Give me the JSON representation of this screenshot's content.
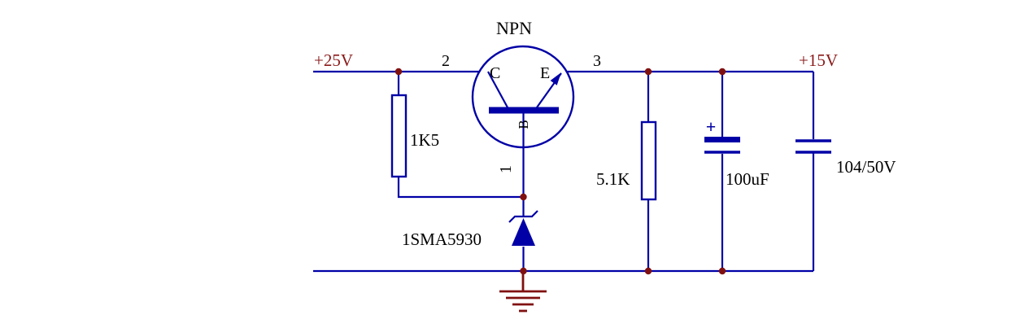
{
  "colors": {
    "wire": "#0000A6",
    "text": "#000000",
    "power_label": "#8B1A1A",
    "junction": "#801010",
    "ground": "#801010",
    "background": "#FFFFFF"
  },
  "schematic": {
    "nets": {
      "input": "+25V",
      "output": "+15V"
    },
    "transistor": {
      "type_label": "NPN",
      "collector": "C",
      "emitter": "E",
      "base": "B",
      "pin_collector_num": "2",
      "pin_emitter_num": "3",
      "pin_base_num": "1"
    },
    "components": {
      "r1_value": "1K5",
      "r2_value": "5.1K",
      "c1_value": "100uF",
      "c1_polarity": "+",
      "c2_value": "104/50V",
      "zener_part": "1SMA5930"
    }
  }
}
